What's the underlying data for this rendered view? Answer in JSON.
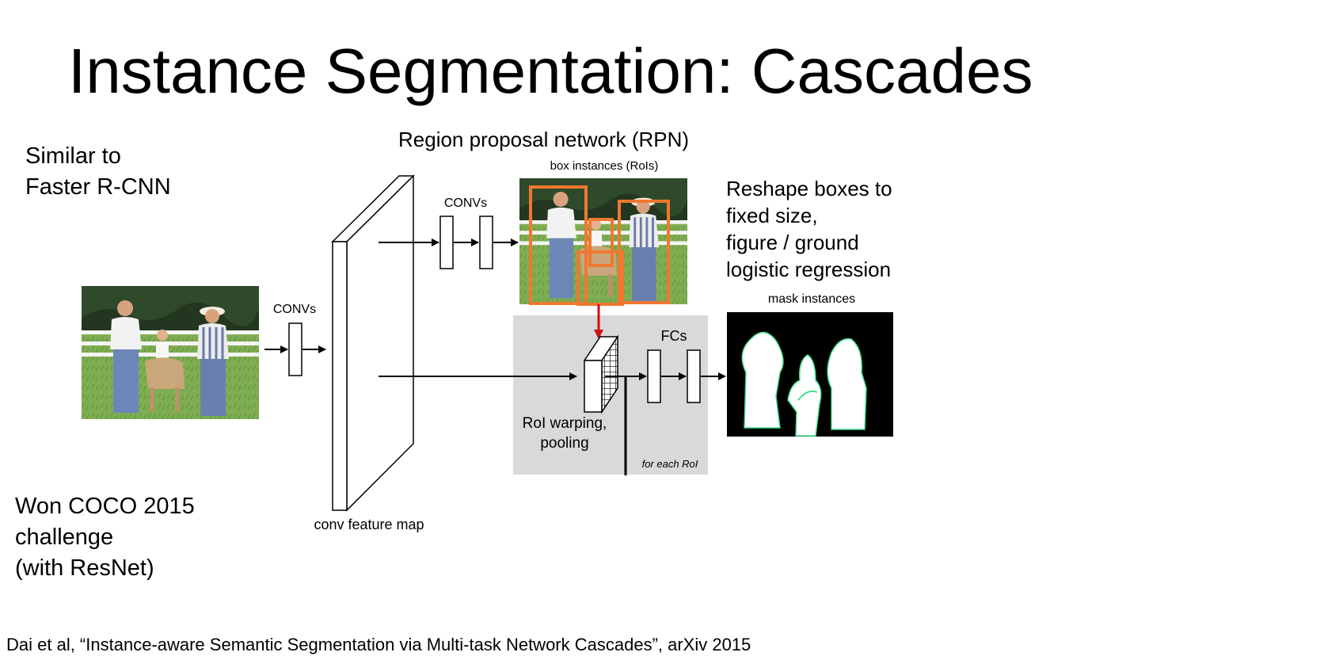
{
  "slide": {
    "title": "Instance Segmentation: Cascades",
    "left_top": [
      "Similar to",
      "Faster R-CNN"
    ],
    "left_bottom": [
      "Won COCO 2015",
      "challenge",
      "(with ResNet)"
    ],
    "right_note": [
      "Reshape boxes to",
      "fixed size,",
      "figure / ground",
      "logistic regression"
    ],
    "citation": "Dai et al,  “Instance-aware Semantic Segmentation via Multi-task Network Cascades”, arXiv 2015"
  },
  "diagram": {
    "rpn_title": "Region proposal network (RPN)",
    "box_instances_label": "box instances (RoIs)",
    "convs_label_1": "CONVs",
    "convs_label_2": "CONVs",
    "fcs_label": "FCs",
    "feature_map_label": "conv feature map",
    "roi_warp_label_1": "RoI warping,",
    "roi_warp_label_2": "pooling",
    "for_each_roi_label": "for each RoI",
    "mask_instances_label": "mask instances",
    "colors": {
      "box_orange": "#f07830",
      "arrow_red": "#d01010",
      "panel_gray": "#d9d9d9",
      "mask_outline": "#3ee08a"
    }
  }
}
